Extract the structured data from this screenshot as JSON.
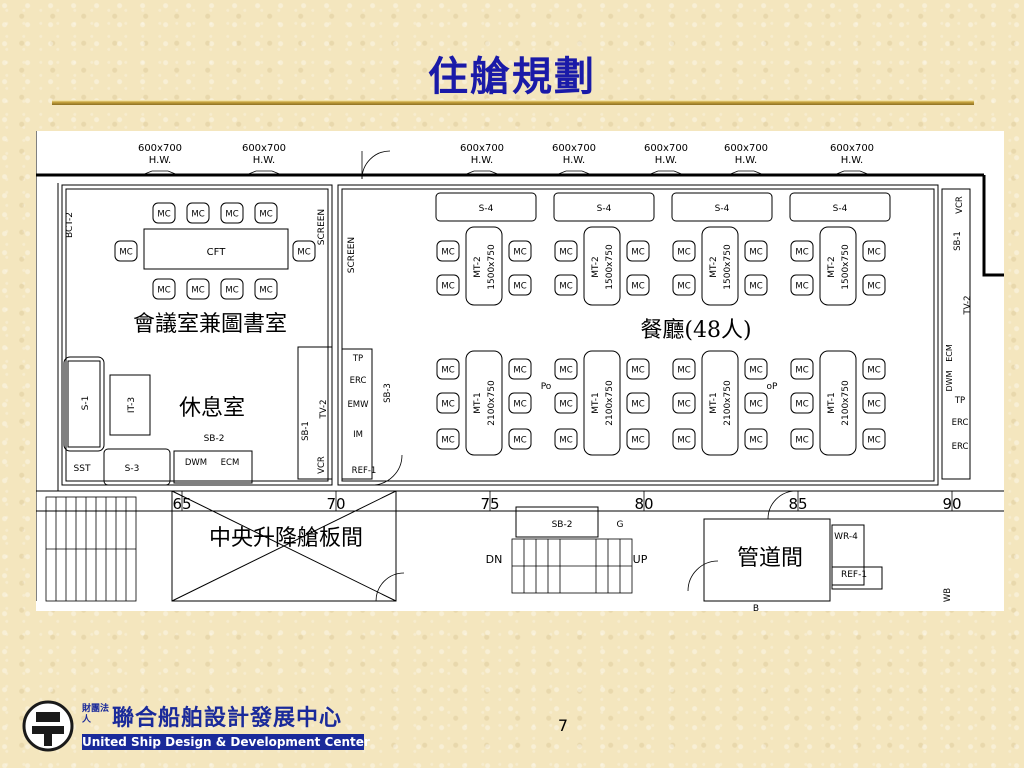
{
  "slide": {
    "title": "住艙規劃",
    "page_number": "7"
  },
  "plan": {
    "rooms": {
      "meeting": "會議室兼圖書室",
      "lounge": "休息室",
      "dining": "餐廳(48人)",
      "elevator": "中央升降艙板間",
      "pipe": "管道間"
    },
    "window_label": "600x700",
    "window_sub": "H.W.",
    "labels": {
      "bct": "BCT-2",
      "cft": "CFT",
      "screen": "SCREEN",
      "mc": "MC",
      "s4": "S-4",
      "mt2": "MT-2",
      "mt2_size": "1500x750",
      "mt1": "MT-1",
      "mt1_size": "2100x750",
      "s1": "S-1",
      "it3": "IT-3",
      "sst": "SST",
      "s3": "S-3",
      "sb2": "SB-2",
      "dwm": "DWM",
      "ecm": "ECM",
      "sb1": "SB-1",
      "tv2": "TV-2",
      "vcr": "VCR",
      "tp": "TP",
      "erc": "ERC",
      "emw": "EMW",
      "im": "IM",
      "ref1": "REF-1",
      "sb3": "SB-3",
      "po": "Po",
      "op": "oP",
      "g": "G",
      "dn": "DN",
      "up": "UP",
      "wr4": "WR-4",
      "wb": "WB",
      "b": "B"
    },
    "frames": [
      "65",
      "70",
      "75",
      "80",
      "85",
      "90"
    ]
  },
  "logo": {
    "org_small": "財團法人",
    "org_name": "聯合船舶設計發展中心",
    "org_en": "United Ship Design & Development Center"
  }
}
